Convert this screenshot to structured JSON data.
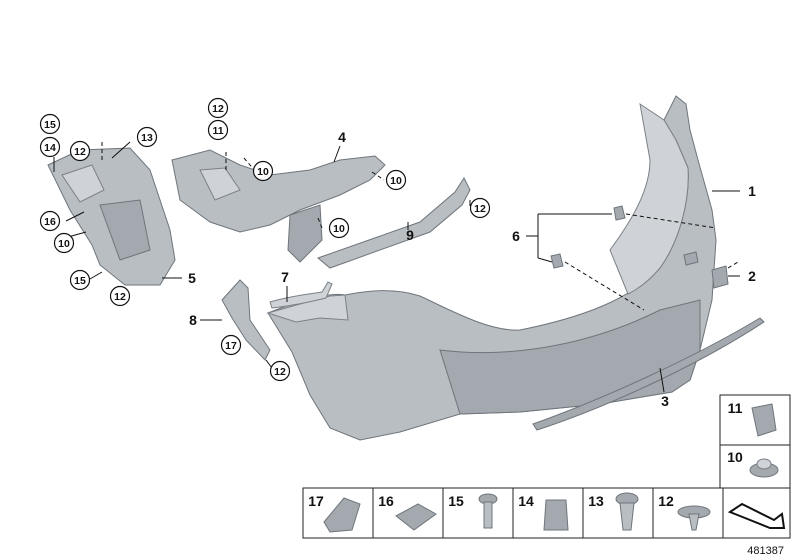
{
  "callouts": {
    "c1": "1",
    "c2": "2",
    "c3": "3",
    "c4": "4",
    "c5": "5",
    "c6": "6",
    "c7": "7",
    "c8": "8",
    "c9": "9",
    "c10a": "10",
    "c10b": "10",
    "c10c": "10",
    "c10d": "10",
    "c11": "11",
    "c12a": "12",
    "c12b": "12",
    "c12c": "12",
    "c12d": "12",
    "c12e": "12",
    "c13": "13",
    "c14": "14",
    "c15a": "15",
    "c15b": "15",
    "c16": "16",
    "c17": "17"
  },
  "legend_bottom": [
    "17",
    "16",
    "15",
    "14",
    "13",
    "12"
  ],
  "legend_side": [
    "11",
    "10"
  ],
  "image_id": "481387",
  "colors": {
    "part_fill": "#b9bec3",
    "part_stroke": "#6e757b",
    "line": "#111111"
  }
}
